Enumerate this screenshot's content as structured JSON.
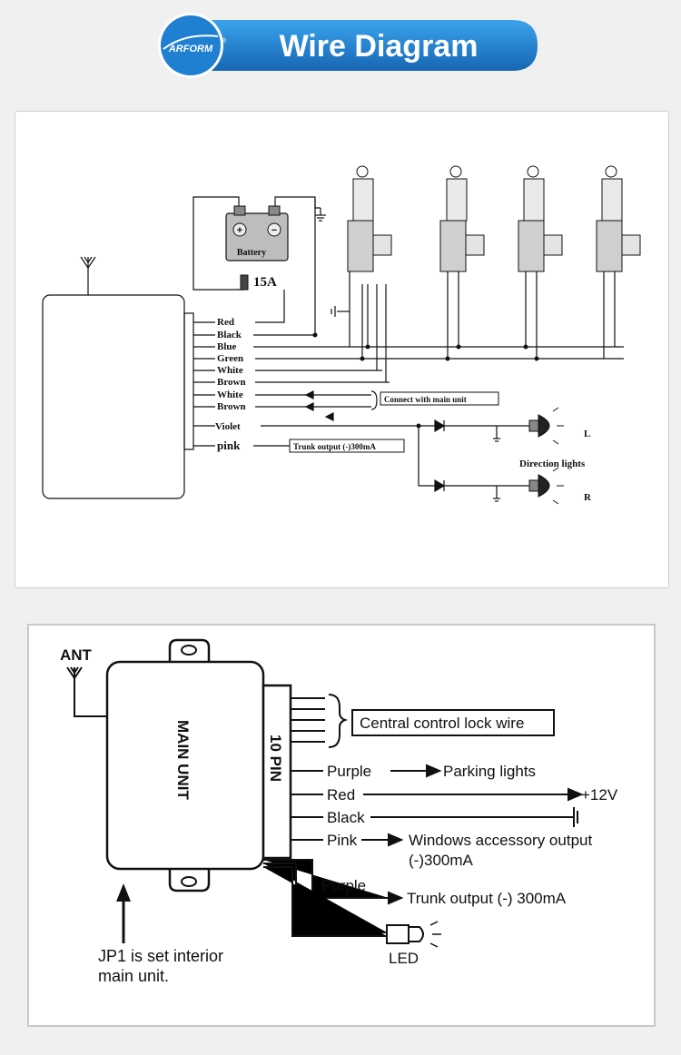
{
  "header": {
    "logo_text": "ARFORM",
    "logo_mark": "®",
    "title": "Wire Diagram",
    "colors": {
      "blue": "#2a8fd9",
      "blue_dark": "#1766b3"
    }
  },
  "diagram1": {
    "battery_label": "Battery",
    "battery_plus": "+",
    "battery_minus": "−",
    "fuse_label": "15A",
    "wires": [
      "Red",
      "Black",
      "Blue",
      "Green",
      "White",
      "Brown",
      "White",
      "Brown",
      "Violet",
      "pink"
    ],
    "connect_note": "Connect with main unit",
    "trunk_note": "Trunk output (-)300mA",
    "direction_lights_label": "Direction lights",
    "left_label": "L",
    "right_label": "R"
  },
  "diagram2": {
    "ant_label": "ANT",
    "main_unit_label": "MAIN UNIT",
    "pin_label": "10 PIN",
    "central_lock_label": "Central control lock wire",
    "wires": {
      "purple": "Purple",
      "red": "Red",
      "black": "Black",
      "pink": "Pink",
      "purple2": "Purple"
    },
    "parking_lights": "Parking lights",
    "plus12v": "+12V",
    "windows_output_line1": "Windows accessory output",
    "windows_output_line2": "(-)300mA",
    "trunk_output": "Trunk output (-) 300mA",
    "led_label": "LED",
    "jp1_line1": "JP1 is set interior",
    "jp1_line2": "main unit."
  }
}
